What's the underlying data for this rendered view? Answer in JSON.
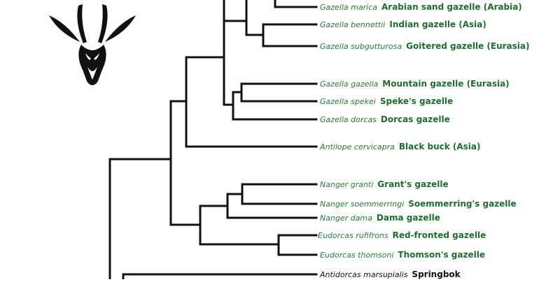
{
  "leaves": [
    {
      "sci": "Gazella marica",
      "common": "Arabian sand gazelle (Arabia)",
      "tone": "green"
    },
    {
      "sci": "Gazella bennettii",
      "common": "Indian gazelle (Asia)",
      "tone": "green"
    },
    {
      "sci": "Gazella subgutturosa",
      "common": "Goitered gazelle (Eurasia)",
      "tone": "green"
    },
    {
      "sci": "Gazella gazella",
      "common": "Mountain gazelle (Eurasia)",
      "tone": "green"
    },
    {
      "sci": "Gazella spekei",
      "common": "Speke's gazelle",
      "tone": "green"
    },
    {
      "sci": "Gazella dorcas",
      "common": "Dorcas gazelle",
      "tone": "green"
    },
    {
      "sci": "Antilope cervicapra",
      "common": "Black buck (Asia)",
      "tone": "green"
    },
    {
      "sci": "Nanger granti",
      "common": "Grant's gazelle",
      "tone": "green"
    },
    {
      "sci": "Nanger soemmerringi",
      "common": "Soemmerring's gazelle",
      "tone": "green"
    },
    {
      "sci": "Nanger dama",
      "common": "Dama gazelle",
      "tone": "green"
    },
    {
      "sci": "Eudorcas rufifrons",
      "common": "Red-fronted gazelle",
      "tone": "green"
    },
    {
      "sci": "Eudorcas thomsoni",
      "common": "Thomson's gazelle",
      "tone": "green"
    },
    {
      "sci": "Antidorcas marsupialis",
      "common": "Springbok",
      "tone": "dark"
    }
  ],
  "colors": {
    "green_text": "#1d6e2e",
    "tree_line": "#111111"
  },
  "icons": [
    "gazelle-head-logo-icon"
  ]
}
